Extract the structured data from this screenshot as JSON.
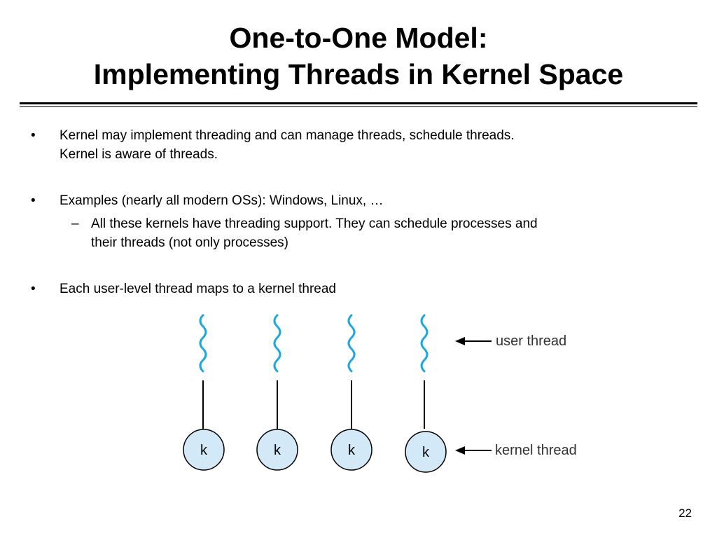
{
  "slide": {
    "title_line1": "One-to-One Model:",
    "title_line2": "Implementing Threads in Kernel Space",
    "bullets": [
      {
        "marker": "•",
        "lines": [
          "Kernel may implement threading and can manage threads, schedule threads.",
          "Kernel is aware of threads."
        ]
      },
      {
        "marker": "•",
        "lines": [
          "Examples (nearly all modern OSs): Windows, Linux, …"
        ],
        "sub": {
          "marker": "–",
          "lines": [
            "All these kernels have threading support. They can schedule processes and",
            "their threads (not only processes)"
          ]
        }
      },
      {
        "marker": "•",
        "lines": [
          "Each user-level thread maps to a kernel thread"
        ]
      }
    ],
    "page_number": "22"
  },
  "diagram": {
    "kernel_thread_label": "k",
    "user_thread_caption": "user thread",
    "kernel_thread_caption": "kernel thread",
    "colors": {
      "squiggle": "#1ba8de",
      "circle_fill": "#d3e9f7",
      "line": "#000000"
    }
  }
}
